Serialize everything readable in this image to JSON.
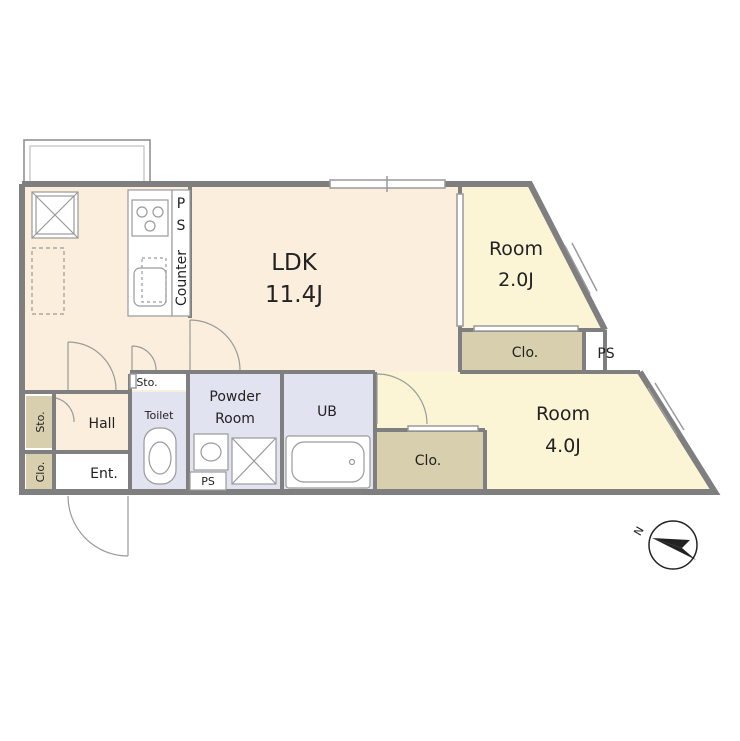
{
  "colors": {
    "wall": "#7f7f7f",
    "ldk_floor": "#fbeedd",
    "room_floor": "#fbf5d6",
    "wet_floor": "#e1e4f0",
    "storage": "#d8cfae",
    "fixture": "#9a9a9a",
    "compass": "#222222"
  },
  "rooms": {
    "ldk": {
      "name": "LDK",
      "size": "11.4J"
    },
    "room_a": {
      "name": "Room",
      "size": "2.0J"
    },
    "room_b": {
      "name": "Room",
      "size": "4.0J"
    },
    "powder": {
      "line1": "Powder",
      "line2": "Room"
    },
    "ub": "UB",
    "toilet": "Toilet",
    "hall": "Hall",
    "entrance": "Ent.",
    "closet_a": "Clo.",
    "closet_b": "Clo.",
    "closet_c": "Clo.",
    "storage_a": "Sto.",
    "storage_b": "Sto.",
    "ps_a": "PS",
    "ps_b": "PS",
    "ps_c": "P",
    "ps_c2": "S",
    "counter": "Counter"
  },
  "compass": {
    "label": "N"
  }
}
